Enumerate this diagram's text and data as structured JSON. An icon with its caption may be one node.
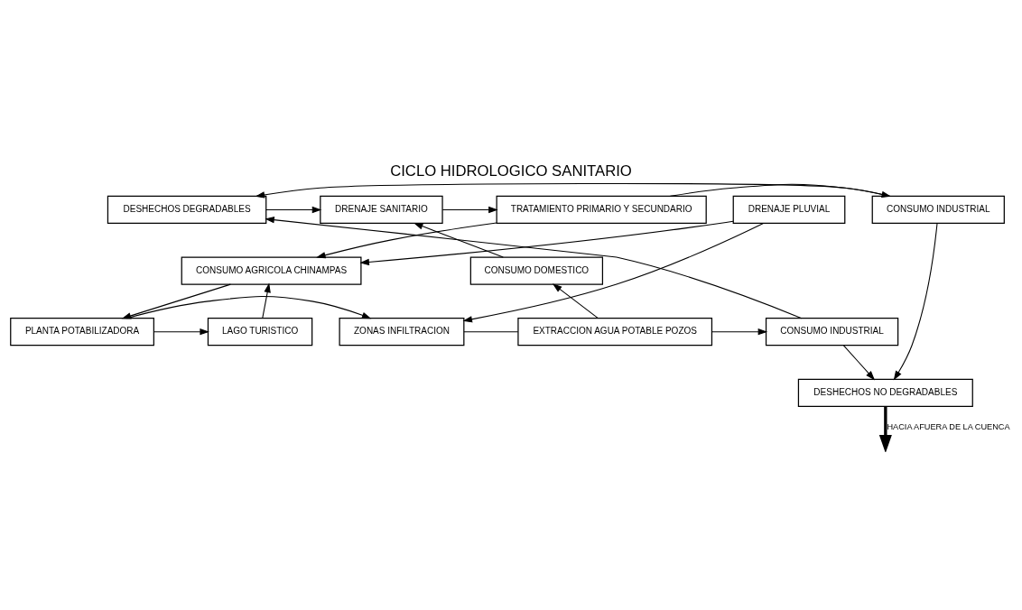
{
  "diagram": {
    "title": "CICLO HIDROLOGICO SANITARIO",
    "nodes": [
      {
        "text": [
          "DESHECHOS DEGRADABLES"
        ]
      },
      {
        "text": [
          "DRENAJE SANITARIO"
        ]
      },
      {
        "text": [
          "TRATAMIENTO PRIMARIO Y SECUNDARIO"
        ]
      },
      {
        "text": [
          "CONSUMO INDUSTRIAL"
        ]
      },
      {
        "text": [
          "CONSUMO DOMESTICO"
        ]
      },
      {
        "text": [
          "CONSUMO AGRICOLA CHINAMPAS"
        ]
      },
      {
        "text": [
          "DRENAJE PLUVIAL"
        ]
      },
      {
        "text": [
          "CONSUMO INDUSTRIAL"
        ]
      },
      {
        "text": [
          "EXTRACCION AGUA POTABLE POZOS"
        ]
      },
      {
        "text": [
          "ZONAS INFILTRACION"
        ]
      },
      {
        "text": [
          "PLANTA POTABILIZADORA"
        ]
      },
      {
        "text": [
          "LAGO TURISTICO"
        ]
      },
      {
        "text": [
          "DESHECHOS NO DEGRADABLES"
        ]
      }
    ],
    "edges": [
      {
        "from": 0,
        "to": 1,
        "arrow": "to"
      },
      {
        "from": 1,
        "to": 2,
        "arrow": "to"
      },
      {
        "from": 2,
        "to": 3,
        "arrow": "to"
      },
      {
        "from": 3,
        "to": 0,
        "arrow": "to"
      },
      {
        "from": 2,
        "to": 5,
        "arrow": "to"
      },
      {
        "from": 4,
        "to": 1,
        "arrow": "to"
      },
      {
        "from": 8,
        "to": 4,
        "arrow": "to"
      },
      {
        "from": 7,
        "to": 0,
        "arrow": "to"
      },
      {
        "from": 6,
        "to": 5,
        "arrow": "to"
      },
      {
        "from": 6,
        "to": 9,
        "arrow": "to"
      },
      {
        "from": 5,
        "to": 10,
        "arrow": "to"
      },
      {
        "from": 10,
        "to": 9,
        "arrow": "to"
      },
      {
        "from": 10,
        "to": 11,
        "arrow": "to"
      },
      {
        "from": 11,
        "to": 5,
        "arrow": "to"
      },
      {
        "from": 9,
        "to": 8,
        "arrow": "none"
      },
      {
        "from": 8,
        "to": 7,
        "arrow": "to"
      },
      {
        "from": 7,
        "to": 12,
        "arrow": "to"
      },
      {
        "from": 3,
        "to": 12,
        "arrow": "to"
      },
      {
        "from": 12,
        "to": null,
        "arrow": "to",
        "label": "HACIA AFUERA DE LA CUENCA",
        "style": "thick"
      }
    ]
  }
}
